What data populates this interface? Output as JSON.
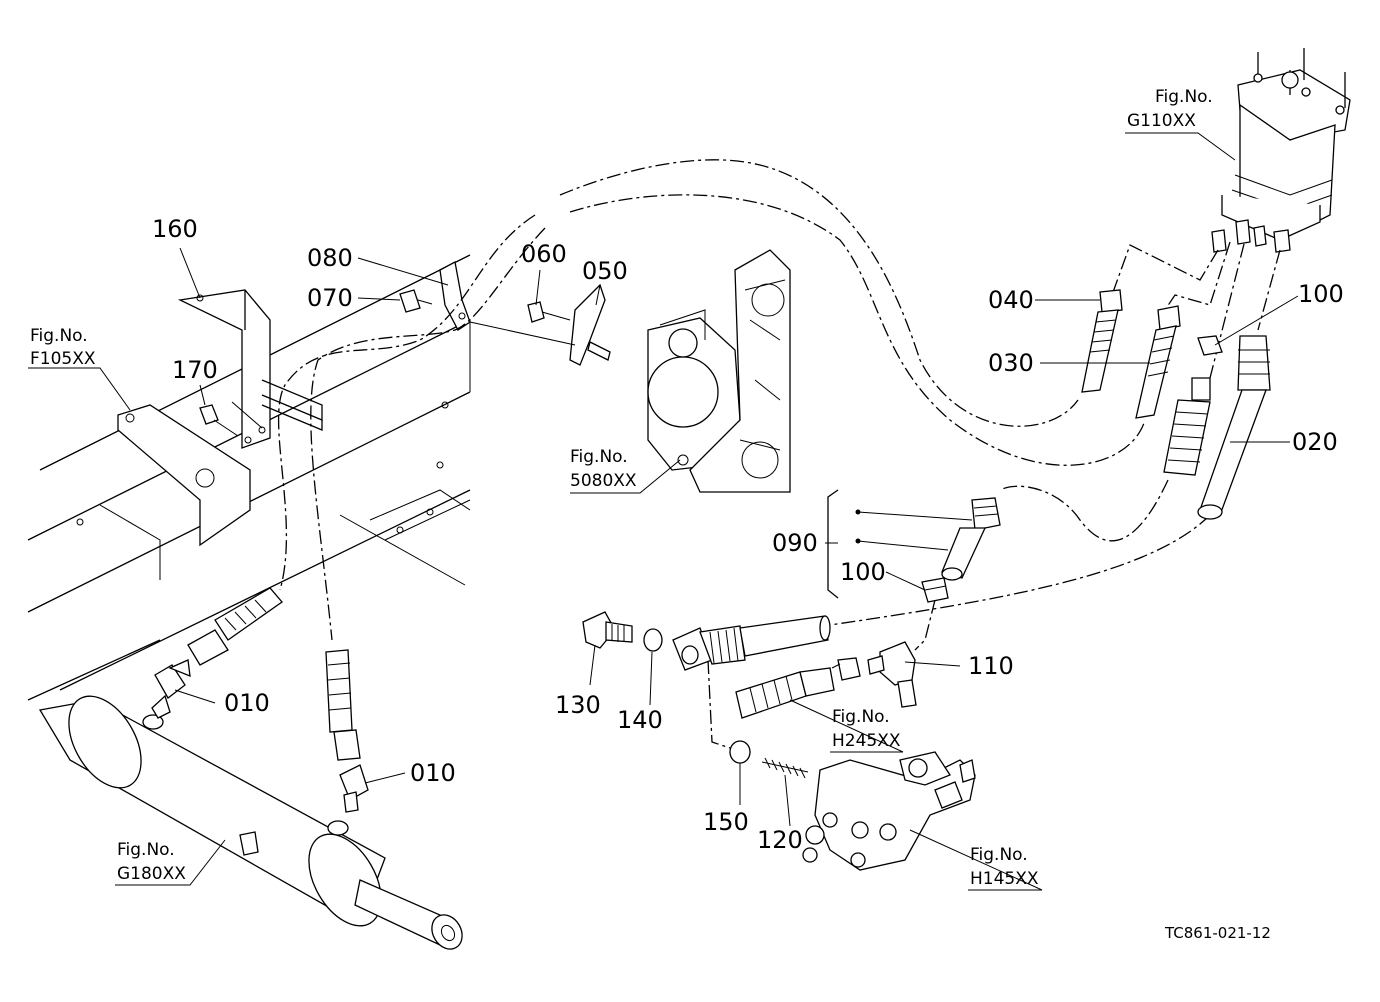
{
  "diagram": {
    "parts": {
      "p160": "160",
      "p080": "080",
      "p070": "070",
      "p060": "060",
      "p050": "050",
      "p170": "170",
      "p040": "040",
      "p030": "030",
      "p100a": "100",
      "p020": "020",
      "p090": "090",
      "p100b": "100",
      "p110": "110",
      "p130": "130",
      "p140": "140",
      "p150": "150",
      "p120": "120",
      "p010a": "010",
      "p010b": "010"
    },
    "figures": {
      "f105": {
        "line1": "Fig.No.",
        "line2": "F105XX"
      },
      "g110": {
        "line1": "Fig.No.",
        "line2": "G110XX"
      },
      "f5080": {
        "line1": "Fig.No.",
        "line2": "5080XX"
      },
      "h245": {
        "line1": "Fig.No.",
        "line2": "H245XX"
      },
      "h145": {
        "line1": "Fig.No.",
        "line2": "H145XX"
      },
      "g180": {
        "line1": "Fig.No.",
        "line2": "G180XX"
      }
    },
    "drawing_code": "TC861-021-12"
  }
}
